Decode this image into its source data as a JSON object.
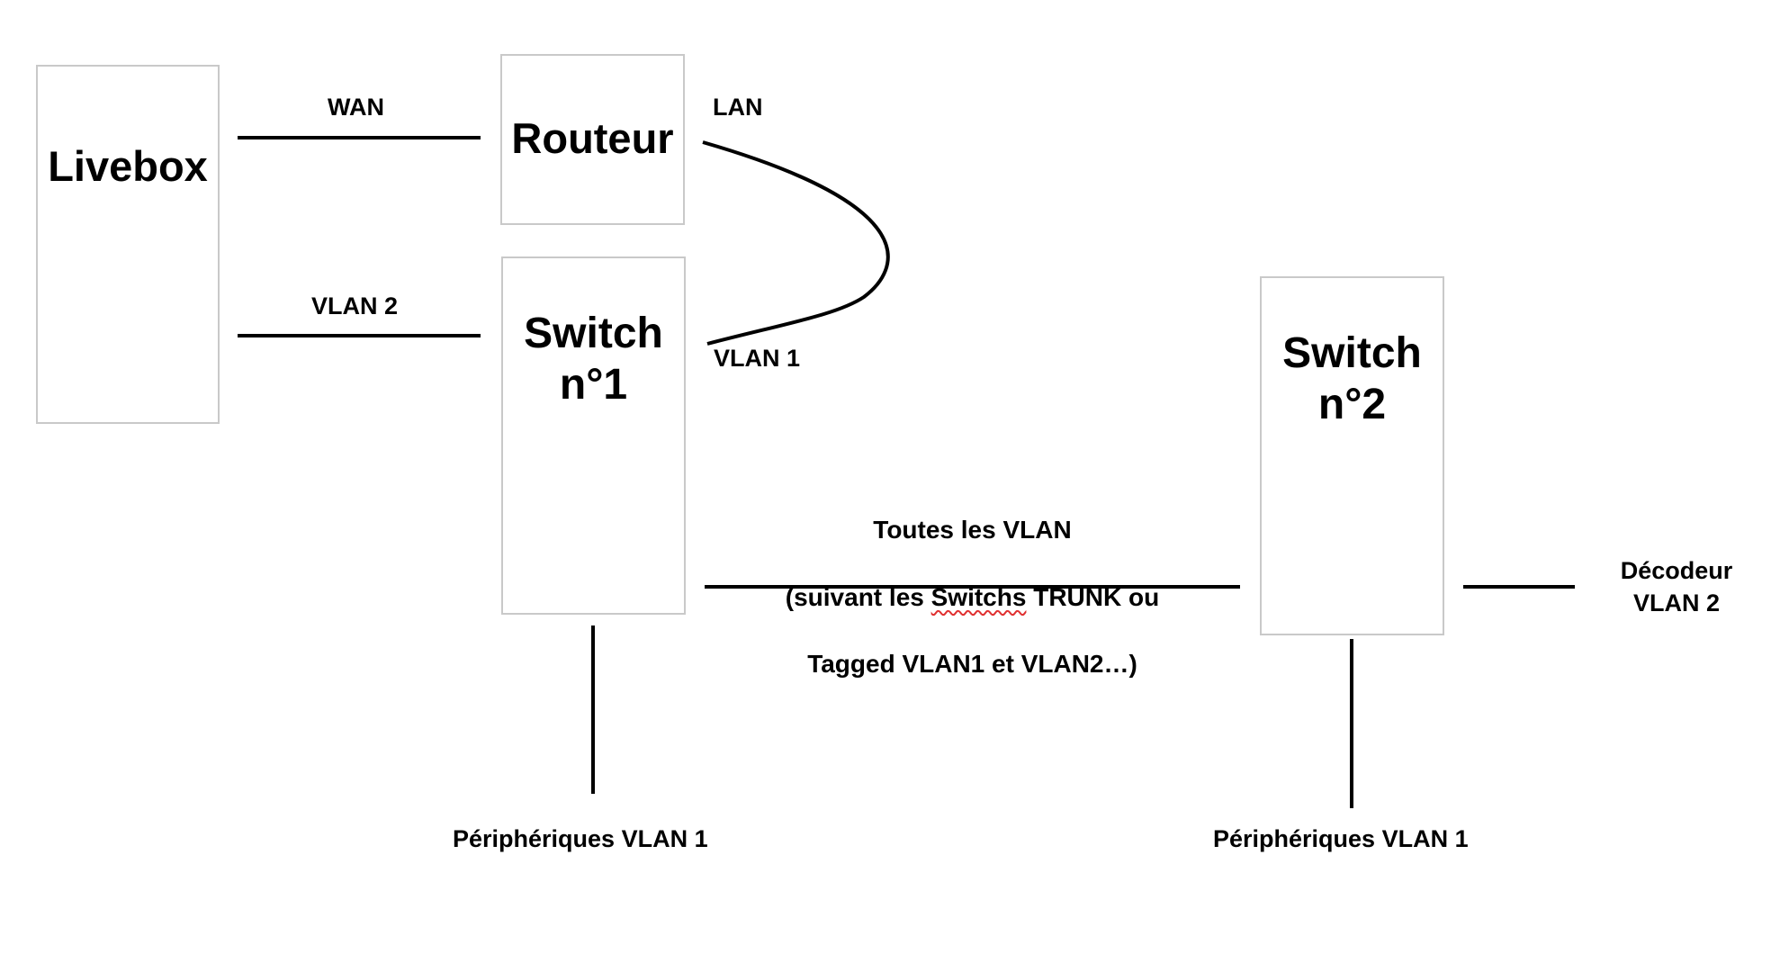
{
  "nodes": {
    "livebox": {
      "label": "Livebox"
    },
    "routeur": {
      "label": "Routeur"
    },
    "switch1": {
      "label": "Switch\nn°1"
    },
    "switch2": {
      "label": "Switch\nn°2"
    }
  },
  "links": {
    "wan": "WAN",
    "lan": "LAN",
    "vlan2": "VLAN 2",
    "vlan1": "VLAN 1",
    "trunk": {
      "line1": "Toutes les VLAN",
      "line2_before": "(suivant les ",
      "line2_misspelled": "Switchs",
      "line2_after": " TRUNK ou",
      "line3": "Tagged VLAN1 et VLAN2…)"
    },
    "decodeur": "Décodeur\nVLAN 2",
    "peripheriques_sw1": "Périphériques VLAN 1",
    "peripheriques_sw2": "Périphériques VLAN 1"
  },
  "colors": {
    "wire": "#000000",
    "box_border": "#c9c9c9",
    "spellcheck_underline": "#e03030"
  }
}
